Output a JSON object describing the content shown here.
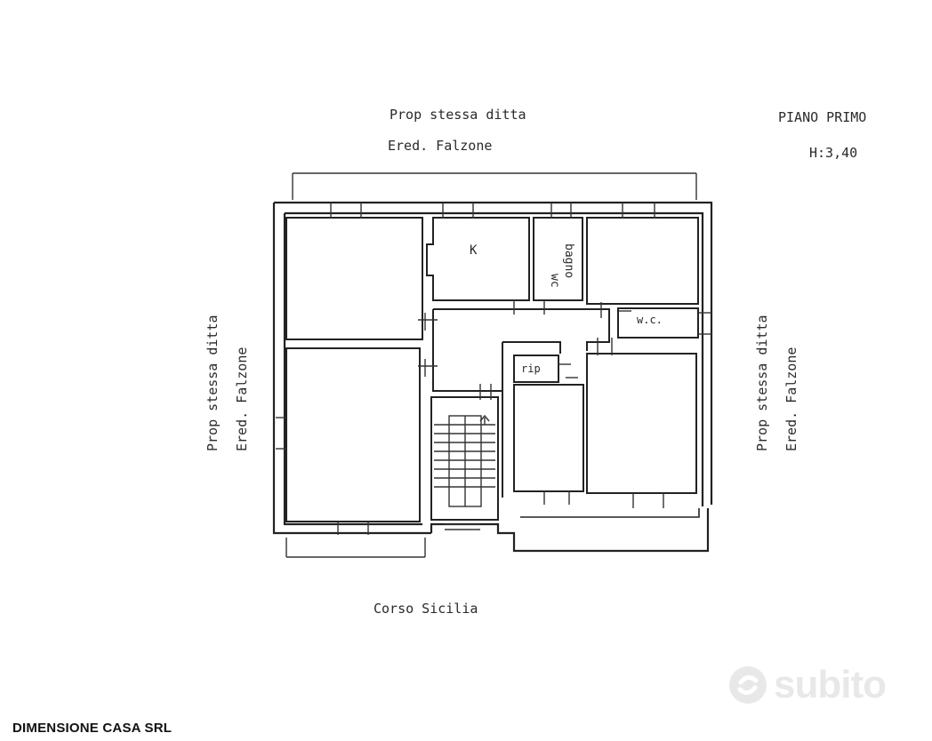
{
  "labels": {
    "top_line1": "Prop stessa ditta",
    "top_line2": "Ered. Falzone",
    "floor_title": "PIANO PRIMO",
    "floor_height": "H:3,40",
    "left_line1": "Prop stessa ditta",
    "left_line2": "Ered. Falzone",
    "right_line1": "Prop stessa ditta",
    "right_line2": "Ered. Falzone",
    "bottom_street": "Corso Sicilia"
  },
  "rooms": {
    "kitchen": "K",
    "wc_bagno_1": "wc",
    "wc_bagno_2": "bagno",
    "wc_small": "w.c.",
    "rip": "rip"
  },
  "footer": {
    "company": "DIMENSIONE CASA SRL"
  },
  "watermark": {
    "text": "subito",
    "icon": "subito-logo-icon",
    "color": "#9a9a9a"
  }
}
